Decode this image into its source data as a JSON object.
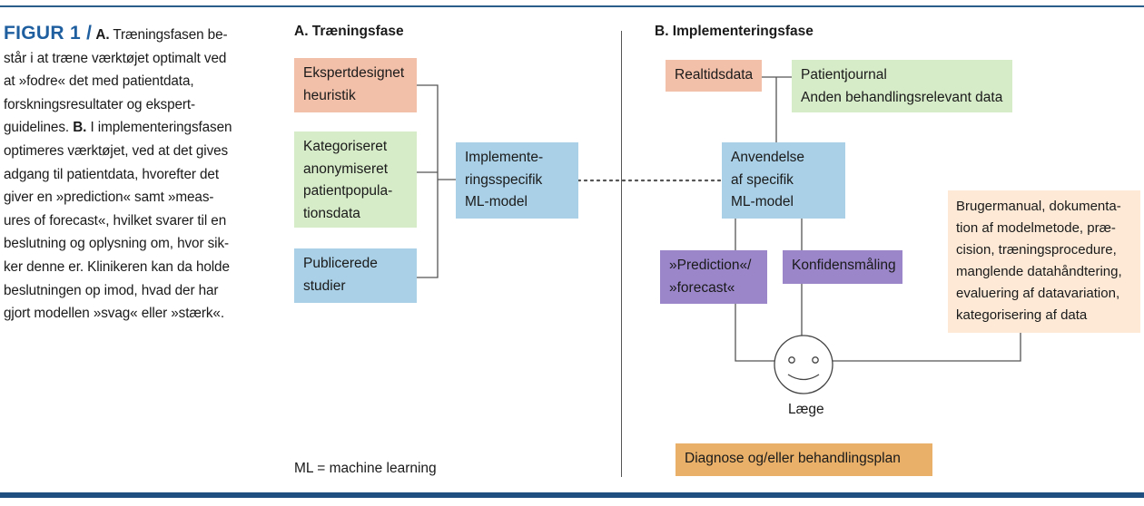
{
  "colors": {
    "rule_top": "#2b5d8a",
    "rule_bottom": "#1f4e80",
    "fig_label": "#1f5fa0",
    "salmon": "#f2bfa9",
    "green": "#d6ebc8",
    "blue": "#a9d0e6",
    "purple": "#9a86c9",
    "peach": "#fde9d6",
    "orange": "#e8b069"
  },
  "caption": {
    "figure_label": "FIGUR 1 /",
    "part_a_label": "A.",
    "part_a_text": "Træningsfasen be-",
    "lines": [
      "står i at træne værktøjet optimalt ved",
      "at »fodre« det med patientdata,",
      "forskningsresultater og ekspert-",
      "guidelines."
    ],
    "part_b_label": "B.",
    "part_b_first": "I implementeringsfasen",
    "lines_b": [
      "optimeres værktøjet, ved at det gives",
      "adgang til patientdata, hvorefter det",
      "giver en »prediction« samt »meas-",
      "ures of forecast«, hvilket svarer til en",
      "beslutning og oplysning om, hvor sik-",
      "ker denne er. Klinikeren kan da holde",
      "beslutningen op imod, hvad der har",
      "gjort modellen »svag« eller »stærk«."
    ]
  },
  "section_a": {
    "title": "A. Træningsfase",
    "boxes": {
      "expert": [
        "Ekspertdesignet",
        "heuristik"
      ],
      "categorized": [
        "Kategoriseret",
        "anonymiseret",
        "patientpopula-",
        "tionsdata"
      ],
      "published": [
        "Publicerede",
        "studier"
      ],
      "implementation": [
        "Implemente-",
        "ringsspecifik",
        "ML-model"
      ]
    }
  },
  "section_b": {
    "title": "B. Implementeringsfase",
    "boxes": {
      "realtime": [
        "Realtidsdata"
      ],
      "journal": [
        "Patientjournal",
        "Anden behandlingsrelevant data"
      ],
      "application": [
        "Anvendelse",
        "af specifik",
        "ML-model"
      ],
      "prediction": [
        "»Prediction«/",
        "»forecast«"
      ],
      "confidence": [
        "Konfidensmåling"
      ],
      "manual": [
        "Brugermanual, dokumenta-",
        "tion af modelmetode, præ-",
        "cision, træningsprocedure,",
        "manglende datahåndtering,",
        "evaluering af datavariation,",
        "kategorisering af data"
      ],
      "diagnosis": [
        "Diagnose og/eller behandlingsplan"
      ]
    },
    "doctor_label": "Læge"
  },
  "footnote": "ML = machine learning"
}
